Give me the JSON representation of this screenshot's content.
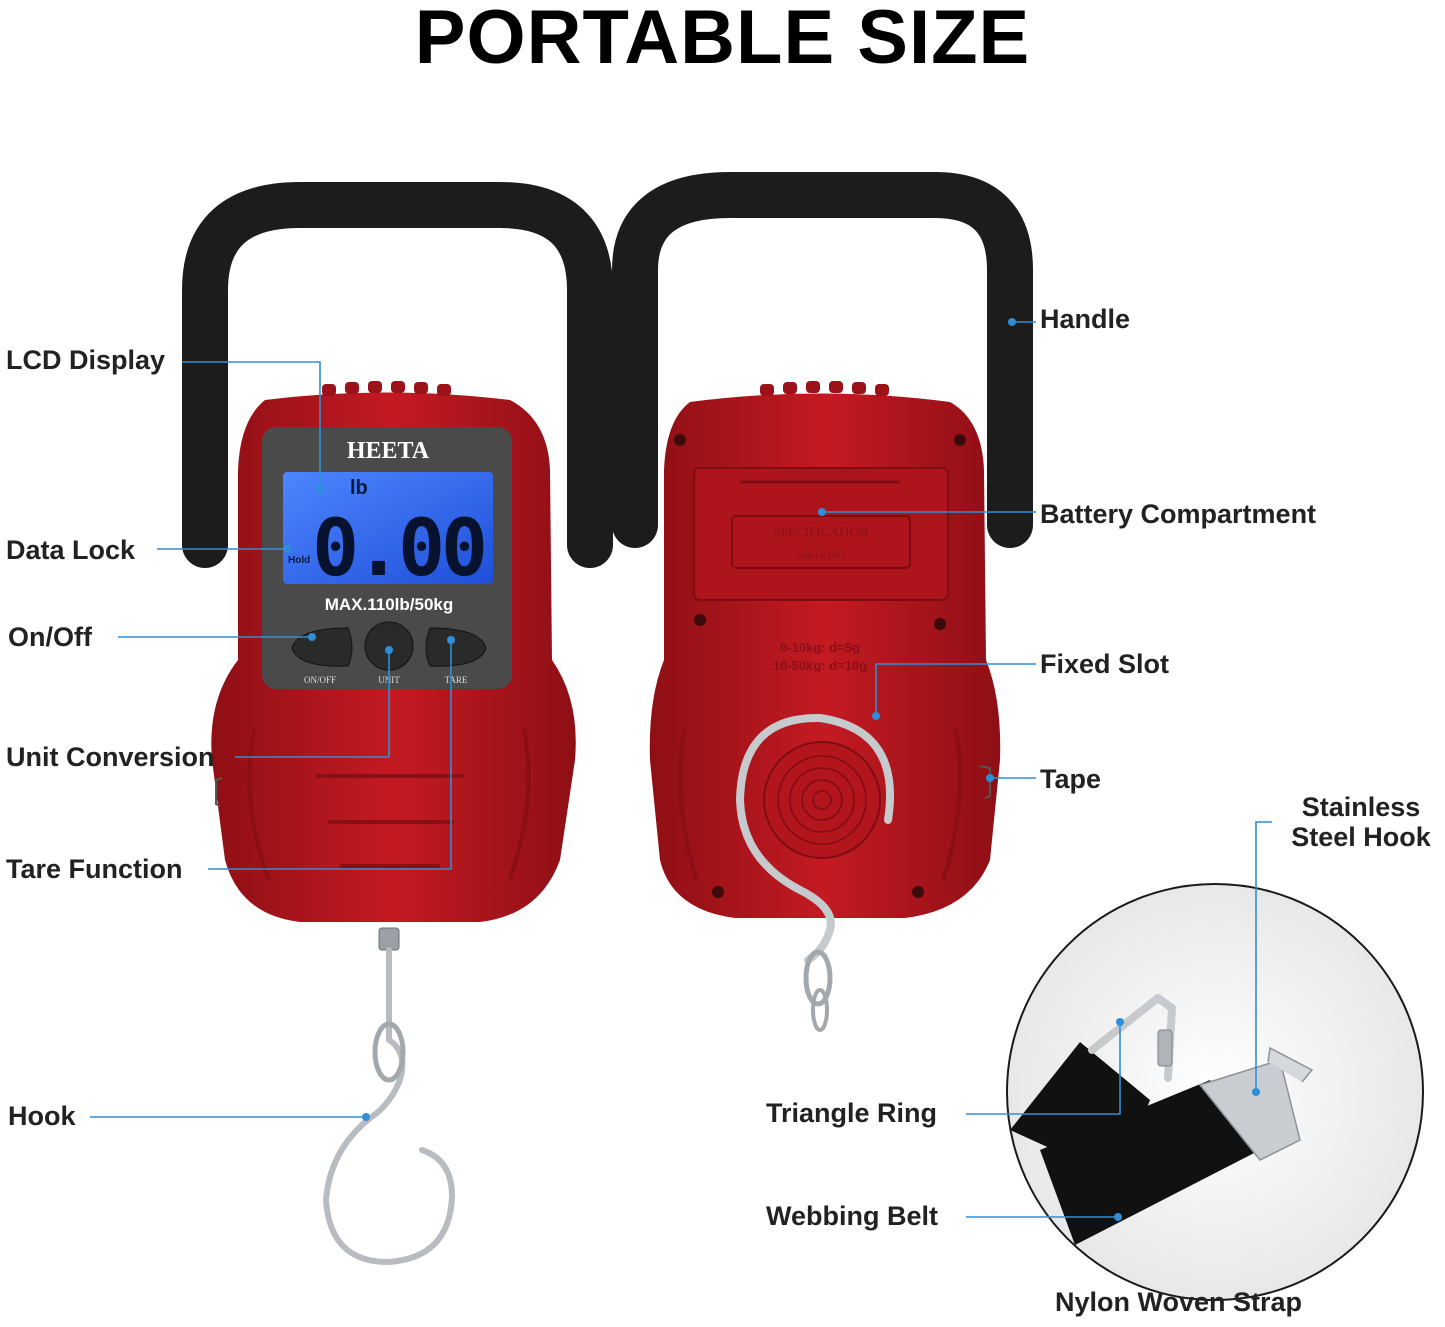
{
  "title": "PORTABLE SIZE",
  "colors": {
    "scale_red": "#b3151d",
    "scale_dark_red": "#8e0f15",
    "handle_black": "#1c1c1c",
    "lcd_blue": "#2a5ef0",
    "leader_blue": "#2d8fd8",
    "label_text": "#222222",
    "hook_silver": "#c0c4c8"
  },
  "front_scale": {
    "brand": "HEETA",
    "lcd": {
      "unit": "lb",
      "reading": "0.00",
      "hold": "Hold"
    },
    "capacity": "MAX.110lb/50kg",
    "buttons": [
      {
        "name": "on-off",
        "caption": "ON/OFF"
      },
      {
        "name": "unit",
        "caption": "UNIT"
      },
      {
        "name": "tare",
        "caption": "TARE"
      }
    ]
  },
  "back_scale": {
    "plate_title": "SPECIFICATION",
    "plate_sub": "50KG/10G",
    "spec_line1": "0-10kg: d=5g",
    "spec_line2": "10-50kg: d=10g"
  },
  "labels": {
    "lcd_display": "LCD Display",
    "data_lock": "Data Lock",
    "on_off": "On/Off",
    "unit_conversion": "Unit Conversion",
    "tare_function": "Tare Function",
    "hook": "Hook",
    "handle": "Handle",
    "battery_compartment": "Battery Compartment",
    "fixed_slot": "Fixed Slot",
    "tape": "Tape",
    "stainless_steel_hook_line1": "Stainless",
    "stainless_steel_hook_line2": "Steel Hook",
    "triangle_ring": "Triangle Ring",
    "webbing_belt": "Webbing Belt",
    "nylon_woven_strap": "Nylon Woven Strap"
  }
}
